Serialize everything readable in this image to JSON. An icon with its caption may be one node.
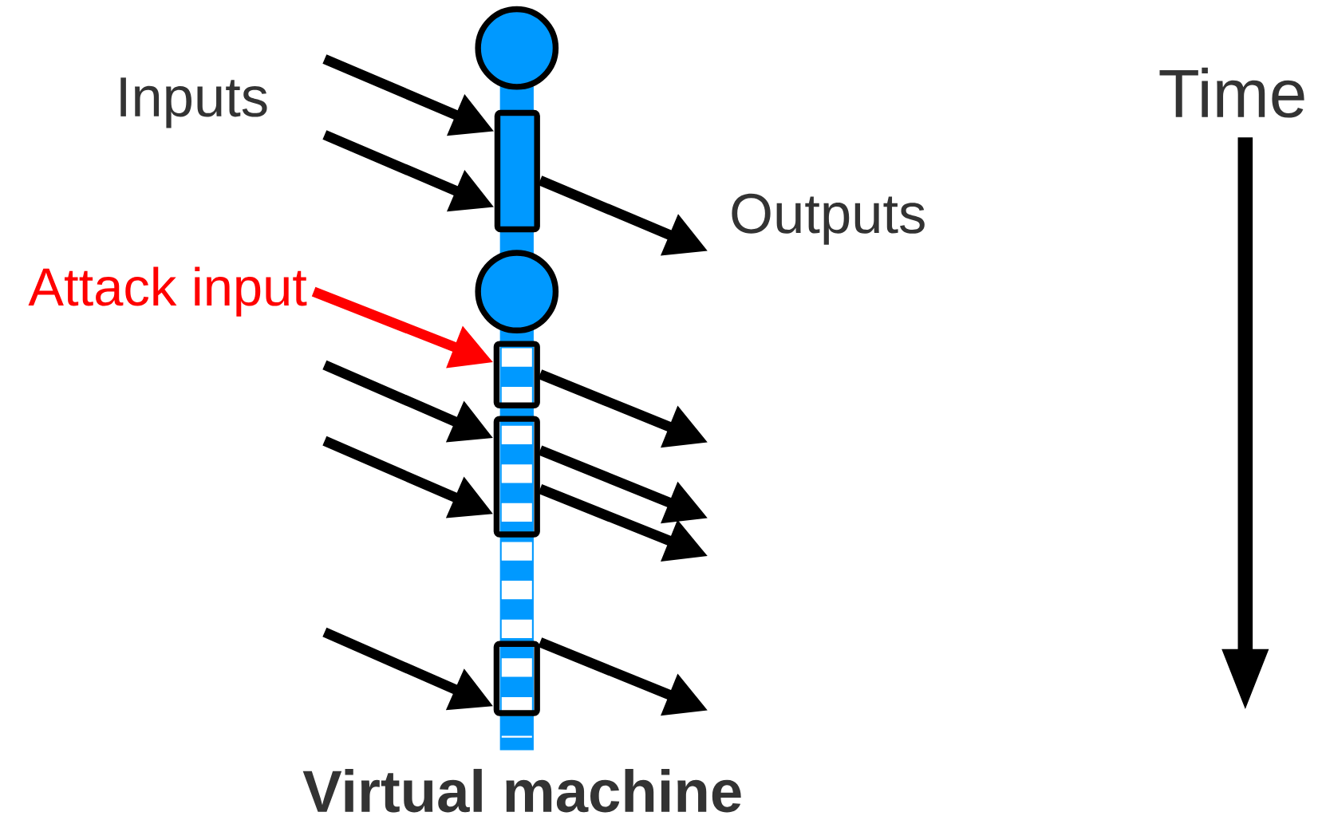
{
  "diagram": {
    "nodes": [
      {
        "text": [],
        "shape": "circle"
      },
      {
        "text": [],
        "shape": "box"
      },
      {
        "text": [
          "Attack input"
        ]
      },
      {
        "text": [],
        "shape": "circle"
      },
      {
        "text": [],
        "shape": "box"
      },
      {
        "text": [],
        "shape": "box"
      },
      {
        "text": [],
        "shape": "box"
      }
    ],
    "edges": [
      {
        "from": null,
        "to": 1,
        "arrow": "to"
      },
      {
        "from": null,
        "to": 1,
        "arrow": "to"
      },
      {
        "from": 1,
        "to": null,
        "arrow": "to"
      },
      {
        "from": 2,
        "to": 4,
        "arrow": "to",
        "color": "#ff0000"
      },
      {
        "from": 4,
        "to": null,
        "arrow": "to"
      },
      {
        "from": null,
        "to": 5,
        "arrow": "to"
      },
      {
        "from": null,
        "to": 5,
        "arrow": "to"
      },
      {
        "from": 5,
        "to": null,
        "arrow": "to"
      },
      {
        "from": 5,
        "to": null,
        "arrow": "to"
      },
      {
        "from": null,
        "to": 6,
        "arrow": "to"
      },
      {
        "from": 6,
        "to": null,
        "arrow": "to"
      }
    ],
    "labels": [
      "Inputs",
      "Time",
      "Outputs",
      "Virtual machine"
    ]
  }
}
